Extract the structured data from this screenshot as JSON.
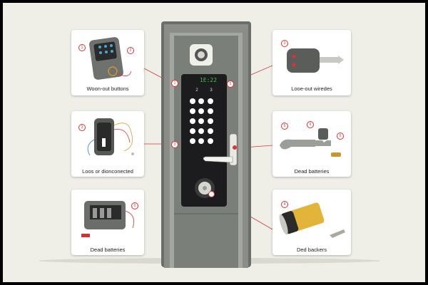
{
  "image_title": "",
  "keypad": {
    "display": "1E:22",
    "digit_hints": [
      "2",
      "3"
    ]
  },
  "callouts": [
    {
      "id": "top-left",
      "caption": "Woon-out buttons",
      "badges": [
        "1",
        "2"
      ],
      "door_marker": "1"
    },
    {
      "id": "mid-left",
      "caption": "Loos or dionconected",
      "badges": [
        "3"
      ],
      "door_marker": "3"
    },
    {
      "id": "bottom-left",
      "caption": "Dead batteries",
      "badges": [
        "0"
      ],
      "door_marker": ""
    },
    {
      "id": "top-right",
      "caption": "Looe-out wiredes",
      "badges": [
        "3"
      ],
      "door_marker": "5"
    },
    {
      "id": "mid-right",
      "caption": "Dead batteries",
      "badges": [
        "5",
        "6",
        "5"
      ],
      "door_marker": ""
    },
    {
      "id": "bottom-right",
      "caption": "Ded backers",
      "badges": [
        "4"
      ],
      "door_marker": ""
    }
  ],
  "colors": {
    "accent": "#d33a3a",
    "door": "#7a7e7a",
    "panel": "#1c1c1e",
    "screen_text": "#3ec54a",
    "battery": "#e2b43a"
  }
}
